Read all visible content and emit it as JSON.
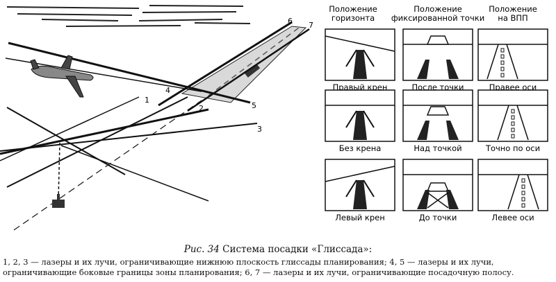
{
  "figure": {
    "labels": {
      "l1": "1",
      "l2": "2",
      "l3": "3",
      "l4": "4",
      "l5": "5",
      "l6": "6",
      "l7": "7"
    },
    "columns": [
      {
        "line1": "Положение",
        "line2": "горизонта"
      },
      {
        "line1": "Положение",
        "line2": "фиксированной точки"
      },
      {
        "line1": "Положение",
        "line2": "на ВПП"
      }
    ],
    "panel_captions": [
      [
        "Правый крен",
        "После точки",
        "Правее оси"
      ],
      [
        "Без крена",
        "Над точкой",
        "Точно по оси"
      ],
      [
        "Левый крен",
        "До точки",
        "Левее оси"
      ]
    ]
  },
  "caption": {
    "fig_label": "Рис. 34",
    "fig_title": "Система посадки «Глиссада»:",
    "text": "1, 2, 3 — лазеры и их лучи, ограничивающие нижнюю плоскость глиссады планирования; 4, 5 — лазеры и их лучи, ограничивающие боковые границы зоны планирования; 6, 7 — лазеры и их лучи, ограничивающие посадочную полосу."
  }
}
